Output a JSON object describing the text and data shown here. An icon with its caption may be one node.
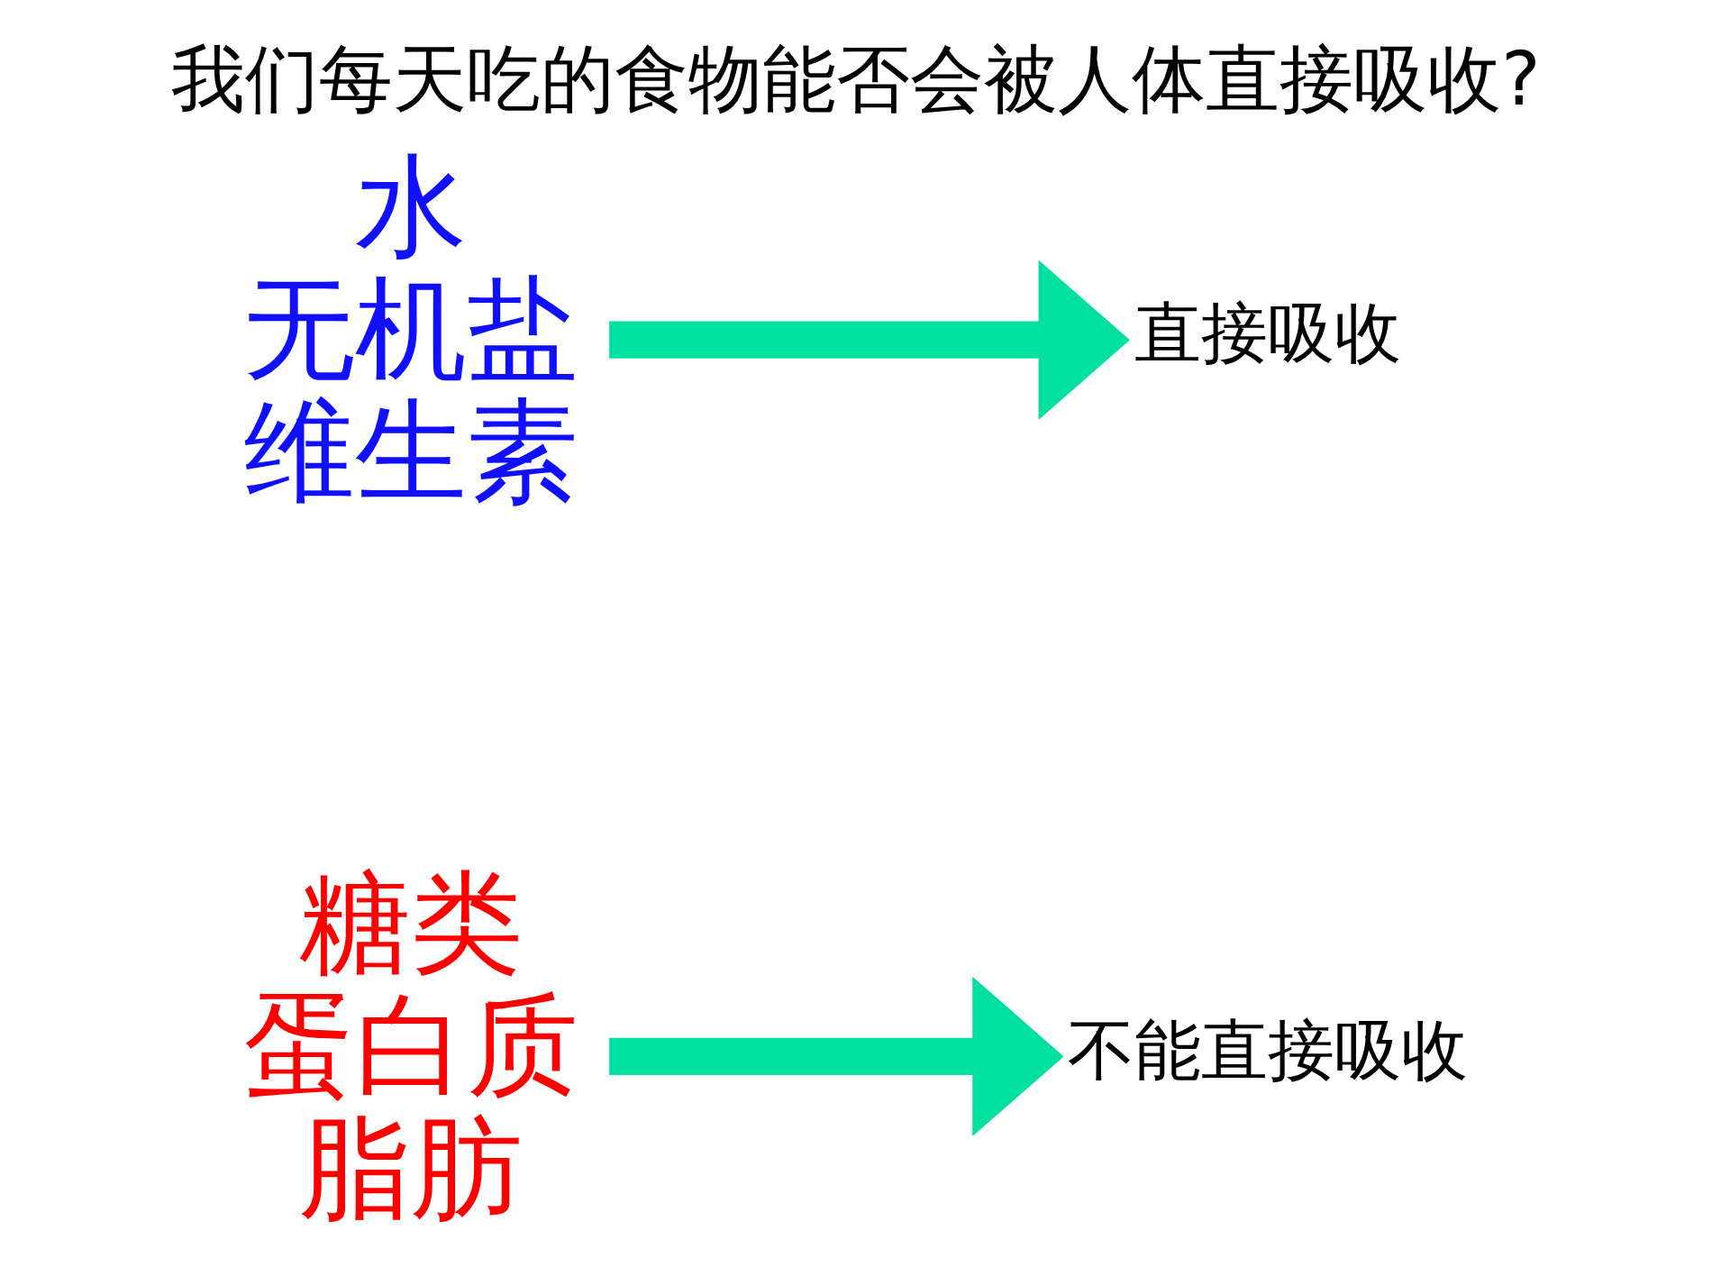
{
  "diagram": {
    "title": "我们每天吃的食物能否会被人体直接吸收?",
    "nodes": [
      {
        "text": [
          "水",
          "无机盐",
          "维生素"
        ]
      },
      {
        "text": [
          "直接吸收"
        ]
      },
      {
        "text": [
          "糖类",
          "蛋白质",
          "脂肪"
        ]
      },
      {
        "text": [
          "不能直接吸收"
        ]
      }
    ],
    "edges": [
      {
        "from": 0,
        "to": 1,
        "arrow": "to"
      },
      {
        "from": 2,
        "to": 3,
        "arrow": "to"
      }
    ]
  }
}
